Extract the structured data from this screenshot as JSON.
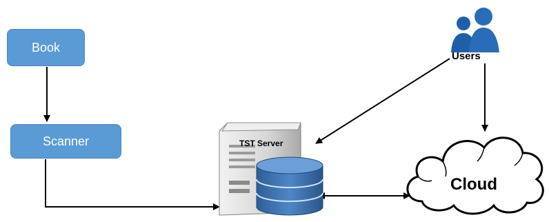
{
  "nodes": {
    "book": {
      "label": "Book"
    },
    "scanner": {
      "label": "Scanner"
    },
    "server": {
      "label": "TST Server"
    },
    "users": {
      "label": "Users"
    },
    "cloud": {
      "label": "Cloud"
    }
  },
  "colors": {
    "box_fill": "#5b9bd5",
    "database_blue": "#3d72b0",
    "user_icon_blue": "#1f5fa8",
    "server_gray": "#d9d9d9",
    "arrow": "#000000"
  },
  "icons": {
    "users": "users-icon",
    "server": "server-tower-icon",
    "database": "database-icon",
    "cloud": "cloud-icon"
  }
}
